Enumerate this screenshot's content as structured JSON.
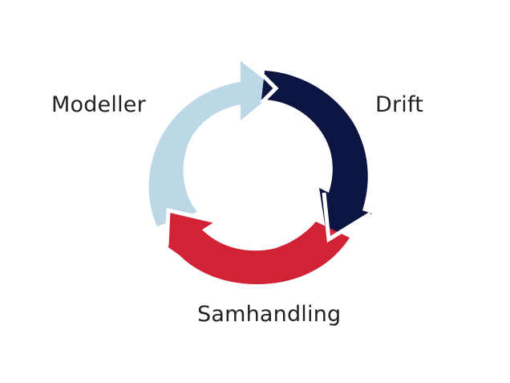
{
  "diagram": {
    "labels": {
      "left": "Modeller",
      "right": "Drift",
      "bottom": "Samhandling"
    },
    "colors": {
      "arrow_light_blue": "#bcd8e7",
      "arrow_navy": "#0c1541",
      "arrow_red": "#d22236",
      "label_text": "#222222",
      "background": "#ffffff"
    }
  }
}
